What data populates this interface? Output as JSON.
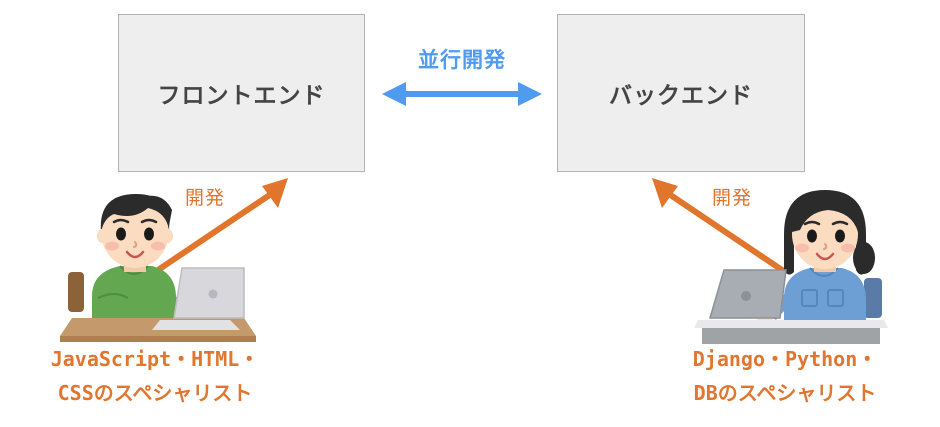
{
  "diagram": {
    "boxes": [
      {
        "id": "frontend",
        "label": "フロントエンド"
      },
      {
        "id": "backend",
        "label": "バックエンド"
      }
    ],
    "center": {
      "label": "並行開発",
      "arrow": "double-headed-horizontal-arrow",
      "color": "#4f9bf0"
    },
    "dev_arrows": [
      {
        "id": "left",
        "label": "開発",
        "direction": "up-right",
        "color": "#e1752c"
      },
      {
        "id": "right",
        "label": "開発",
        "direction": "up-left",
        "color": "#e1752c"
      }
    ],
    "captions": [
      {
        "id": "left",
        "line1": "JavaScript・HTML・",
        "line2": "CSSのスペシャリスト",
        "color": "#e0762f"
      },
      {
        "id": "right",
        "line1": "Django・Python・",
        "line2": "DBのスペシャリスト",
        "color": "#e0762f"
      }
    ],
    "illustrations": [
      {
        "id": "left",
        "name": "man-at-laptop-illustration",
        "shirt_color": "#63a750",
        "hair_color": "#2b2b2b",
        "skin_color": "#fbdcc0",
        "desk_color": "#c49a6c",
        "laptop_color": "#d8d8dc"
      },
      {
        "id": "right",
        "name": "woman-at-laptop-illustration",
        "shirt_color": "#6d9fd4",
        "hair_color": "#2b2b2b",
        "skin_color": "#fbdcc0",
        "desk_color": "#9fa3a6",
        "laptop_color": "#a7adb2"
      }
    ],
    "colors": {
      "box_fill": "#eeeeee",
      "box_border": "#b3b3b3",
      "box_text": "#444444",
      "accent_blue": "#4f9bf0",
      "accent_orange": "#e0762f",
      "background": "#ffffff"
    }
  }
}
